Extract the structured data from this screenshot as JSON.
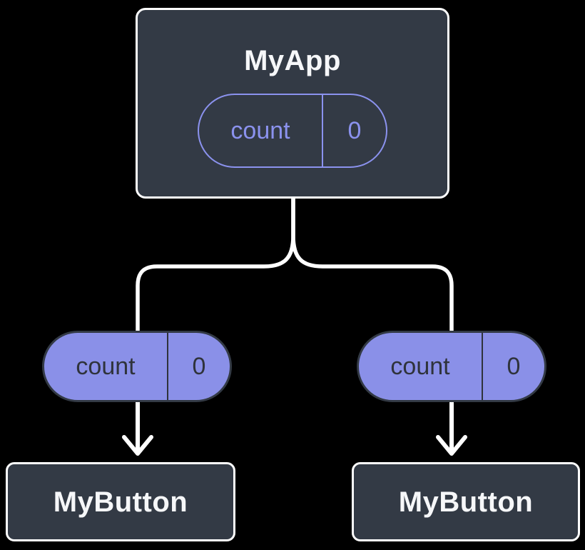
{
  "tree": {
    "root": {
      "label": "MyApp",
      "state_pill": {
        "name": "count",
        "value": "0"
      }
    },
    "branches": [
      {
        "pill": {
          "name": "count",
          "value": "0"
        },
        "child": {
          "label": "MyButton"
        }
      },
      {
        "pill": {
          "name": "count",
          "value": "0"
        },
        "child": {
          "label": "MyButton"
        }
      }
    ]
  },
  "colors": {
    "background": "#000000",
    "box_fill": "#333a45",
    "box_border": "#ffffff",
    "box_text": "#f6f7f9",
    "pill_fill": "#8a90e8",
    "pill_outline": "#8b92ee",
    "pill_dark_text": "#2f333b",
    "pill_dark_border": "#333a45",
    "connector": "#ffffff"
  }
}
